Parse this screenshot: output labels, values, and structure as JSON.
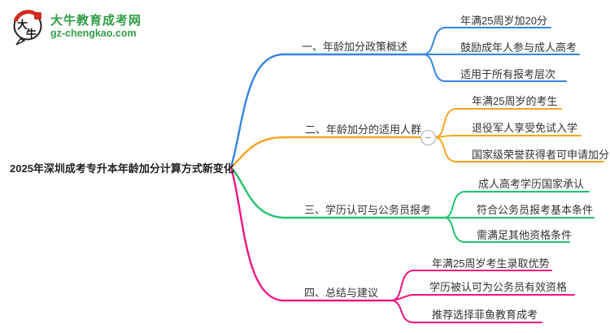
{
  "logo": {
    "icon_char1": "大",
    "icon_char2": "牛",
    "title": "大牛教育成考网",
    "domain": "gz-chengkao.com",
    "brand_green": "#2f9e45",
    "seal_red": "#cf2e24"
  },
  "central": {
    "label": "2025年深圳成考专升本年龄加分计算方式新变化"
  },
  "collapse": {
    "glyph": "−"
  },
  "branches": [
    {
      "label": "一、年龄加分政策概述",
      "color": "#3584e4",
      "children": [
        "年满25周岁加20分",
        "鼓励成年人参与成人高考",
        "适用于所有报考层次"
      ]
    },
    {
      "label": "二、年龄加分的适用人群",
      "color": "#f7a520",
      "children": [
        "年满25周岁的考生",
        "退役军人享受免试入学",
        "国家级荣誉获得者可申请加分"
      ]
    },
    {
      "label": "三、学历认可与公务员报考",
      "color": "#22c36e",
      "children": [
        "成人高考学历国家承认",
        "符合公务员报考基本条件",
        "需满足其他资格条件"
      ]
    },
    {
      "label": "四、总结与建议",
      "color": "#ef157e",
      "children": [
        "年满25周岁考生录取优势",
        "学历被认可为公务员有效资格",
        "推荐选择菲鱼教育成考"
      ]
    }
  ]
}
